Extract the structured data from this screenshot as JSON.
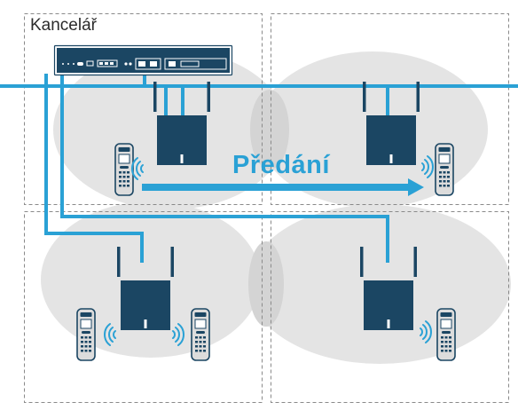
{
  "title": "Kancelář",
  "handover_label": "Předání",
  "colors": {
    "cable": "#2aa1d5",
    "device": "#1b4663",
    "coverage": "#e4e4e4",
    "zone_border": "#8a8a8a",
    "handset": "#dcdcdc",
    "wave": "#2aa1d5",
    "label": "#2aa1d5"
  },
  "zones": [
    "zone-top-left",
    "zone-top-right",
    "zone-bottom-left",
    "zone-bottom-right"
  ],
  "base_stations": [
    "base-station-1",
    "base-station-2",
    "base-station-3",
    "base-station-4"
  ],
  "handsets": [
    "handset-1",
    "handset-2",
    "handset-3",
    "handset-4",
    "handset-5"
  ]
}
